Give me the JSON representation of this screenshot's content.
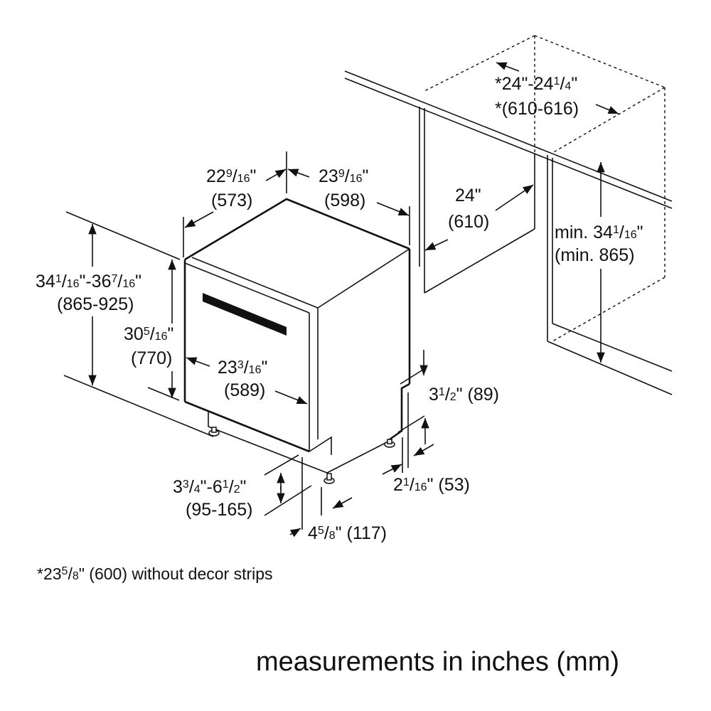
{
  "dimensions": {
    "cutout_width": {
      "inch": "*24\"-24 1/4\"",
      "mm": "*(610-616)"
    },
    "cutout_depth": {
      "inch": "24\"",
      "mm": "(610)"
    },
    "cutout_height": {
      "inch": "min. 34 1/16\"",
      "mm": "(min. 865)"
    },
    "depth": {
      "inch": "22 9/16\"",
      "mm": "(573)"
    },
    "width": {
      "inch": "23 9/16\"",
      "mm": "(598)"
    },
    "total_height": {
      "inch": "34 1/16\"-36 7/16\"",
      "mm": "(865-925)"
    },
    "body_height": {
      "inch": "30 5/16\"",
      "mm": "(770)"
    },
    "door_width": {
      "inch": "23 3/16\"",
      "mm": "(589)"
    },
    "toe_kick_height": {
      "label": "3 1/2\" (89)"
    },
    "toe_kick_depth": {
      "label": "2 1/16\" (53)"
    },
    "foot_height": {
      "inch": "3 3/4\"-6 1/2\"",
      "mm": "(95-165)"
    },
    "foot_setback": {
      "label": "4 5/8\" (117)"
    }
  },
  "footnote": "*23 5/8\" (600) without decor strips",
  "caption": "measurements in inches (mm)"
}
